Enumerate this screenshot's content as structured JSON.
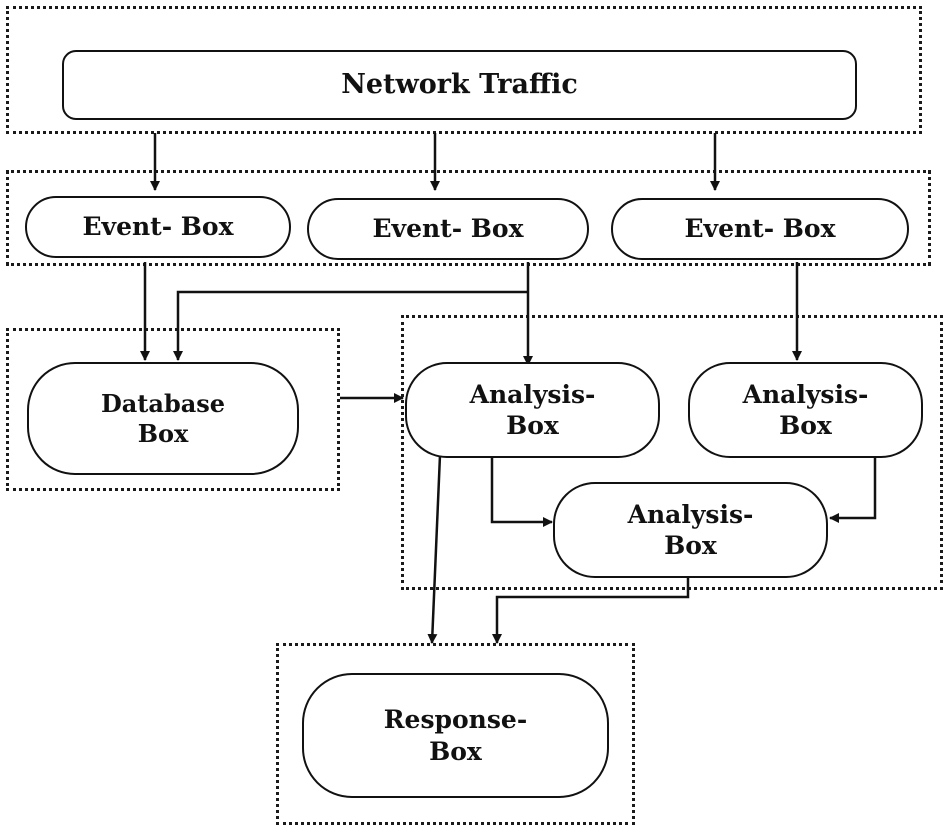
{
  "diagram": {
    "network": {
      "label": "Network Traffic"
    },
    "event_boxes": [
      {
        "label": "Event- Box"
      },
      {
        "label": "Event- Box"
      },
      {
        "label": "Event- Box"
      }
    ],
    "database": {
      "line1": "Database",
      "line2": "Box"
    },
    "analysis_boxes": [
      {
        "line1": "Analysis-",
        "line2": "Box"
      },
      {
        "line1": "Analysis-",
        "line2": "Box"
      },
      {
        "line1": "Analysis-",
        "line2": "Box"
      }
    ],
    "response": {
      "line1": "Response-",
      "line2": "Box"
    }
  }
}
